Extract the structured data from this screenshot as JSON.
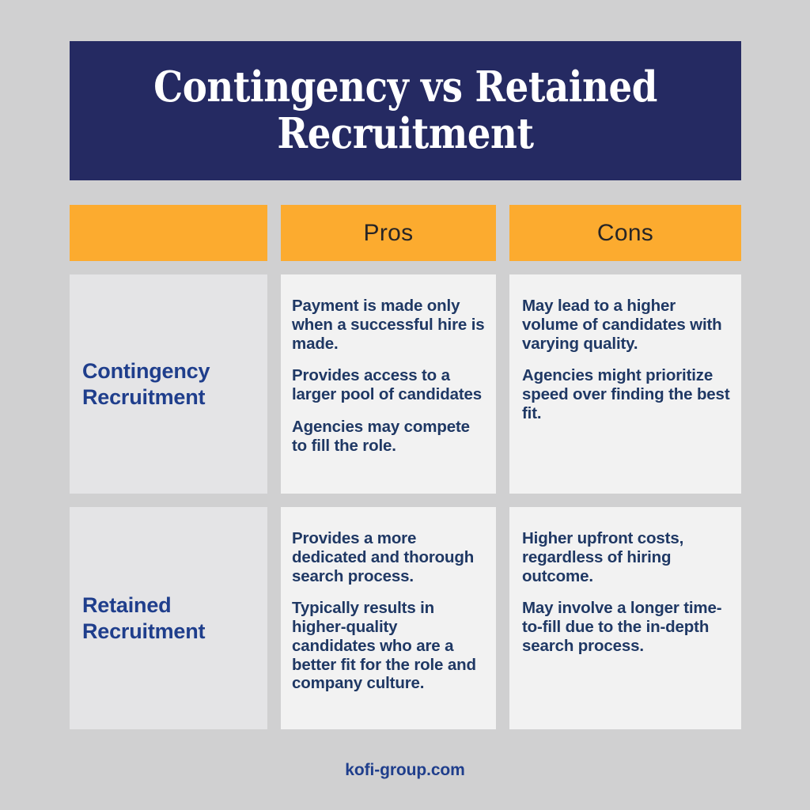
{
  "theme": {
    "page_background": "#d0d0d1",
    "banner_navy": "#252a62",
    "header_orange": "#fcab2f",
    "label_cell_gray": "#e4e4e6",
    "content_cell_gray": "#f2f2f2",
    "body_text_navy": "#1f3864",
    "label_text_blue": "#1f3e8c",
    "header_text_dark": "#272526",
    "banner_text": "#ffffff"
  },
  "banner": {
    "title": "Contingency vs Retained Recruitment"
  },
  "table": {
    "headers": {
      "corner": "",
      "pros": "Pros",
      "cons": "Cons"
    },
    "rows": [
      {
        "label": "Contingency Recruitment",
        "pros": [
          "Payment is made only when a successful hire is made.",
          "Provides access to a larger pool of candidates",
          "Agencies may compete to fill the role."
        ],
        "cons": [
          "May lead to a higher volume of candidates with varying quality.",
          "Agencies might prioritize speed over finding the best fit."
        ]
      },
      {
        "label": "Retained Recruitment",
        "pros": [
          "Provides a more dedicated and thorough search process.",
          "Typically results in higher-quality candidates who are a better fit for the role and company culture."
        ],
        "cons": [
          "Higher upfront costs, regardless of hiring outcome.",
          "May involve a longer time-to-fill due to the in-depth search process."
        ]
      }
    ]
  },
  "footer": {
    "website": "kofi-group.com"
  }
}
